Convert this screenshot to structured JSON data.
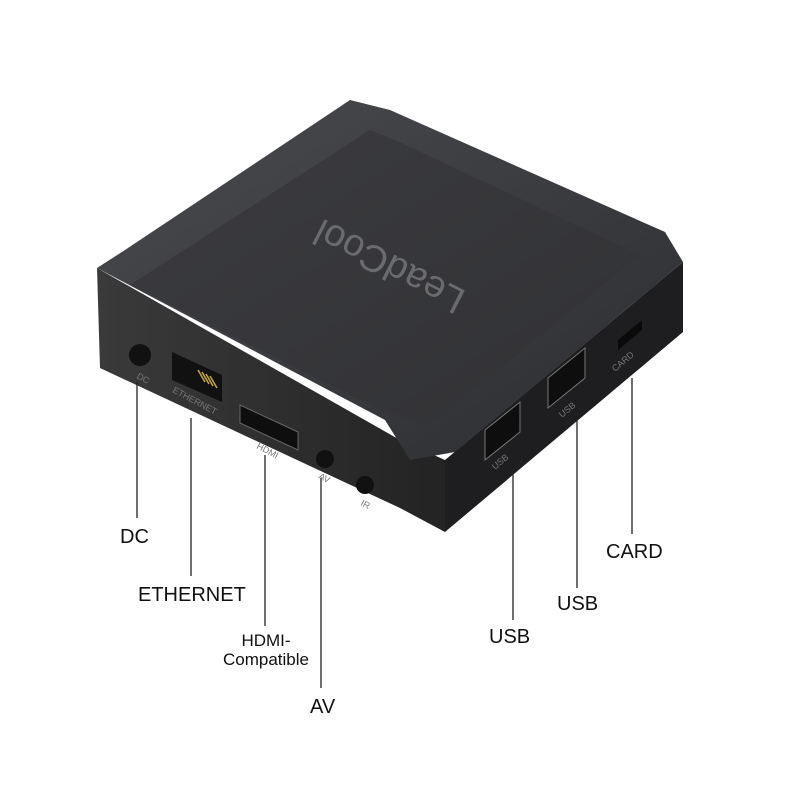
{
  "device": {
    "brand_logo": "LeadCool",
    "printed_port_labels": [
      "DC",
      "ETHERNET",
      "HDMI",
      "AV",
      "IR",
      "USB",
      "USB",
      "CARD"
    ],
    "colors": {
      "body": "#2a2b2d",
      "top": "#3a3b3e",
      "background": "#ffffff",
      "ethernet_pins": "#c8a640"
    }
  },
  "callouts": {
    "dc": "DC",
    "ethernet": "ETHERNET",
    "hdmi_line1": "HDMI-",
    "hdmi_line2": "Compatible",
    "av": "AV",
    "usb1": "USB",
    "usb2": "USB",
    "card": "CARD"
  }
}
